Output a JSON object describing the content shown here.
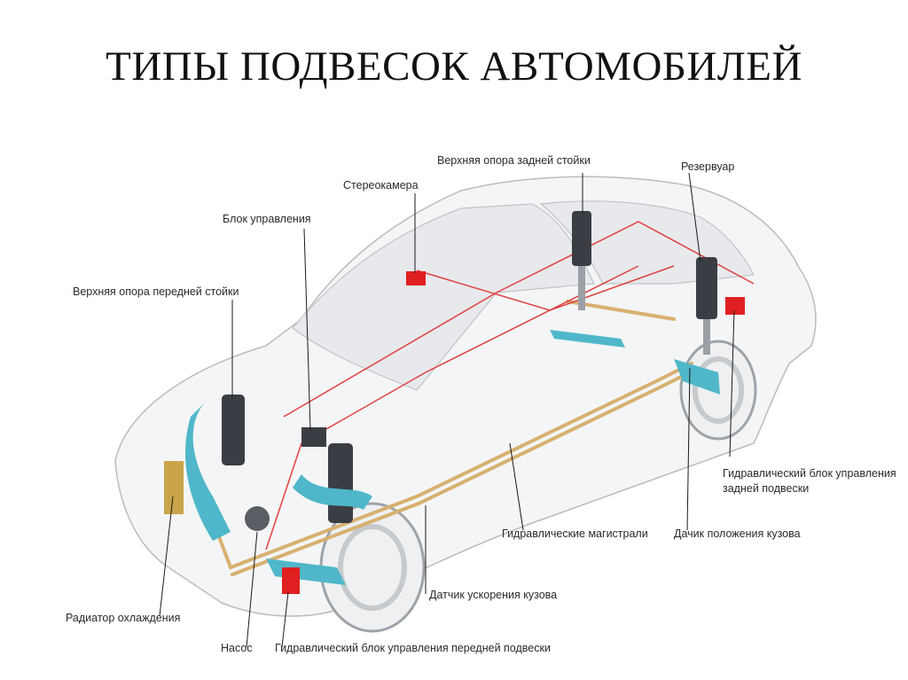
{
  "title": "ТИПЫ ПОДВЕСОК АВТОМОБИЛЕЙ",
  "colors": {
    "leader": "#1a1a1a",
    "hydraulic_line": "#d8b070",
    "electric_line": "#e04040",
    "suspension_part": "#4fb7c9",
    "control_unit": "#e02020"
  },
  "labels": {
    "rear_strut_mount": "Верхняя опора задней стойки",
    "reservoir": "Резервуар",
    "stereo_camera": "Стереокамера",
    "control_unit": "Блок управления",
    "front_strut_mount": "Верхняя опора передней стойки",
    "rear_hydraulic_unit_line1": "Гидравлический блок управления",
    "rear_hydraulic_unit_line2": "задней подвески",
    "hydraulic_lines": "Гидравлические магистрали",
    "body_position_sensor": "Дачик положения кузова",
    "body_acceleration_sensor": "Датчик ускорения кузова",
    "cooling_radiator": "Радиатор охлаждения",
    "pump": "Насос",
    "front_hydraulic_unit": "Гидравлический блок управления передней подвески"
  }
}
